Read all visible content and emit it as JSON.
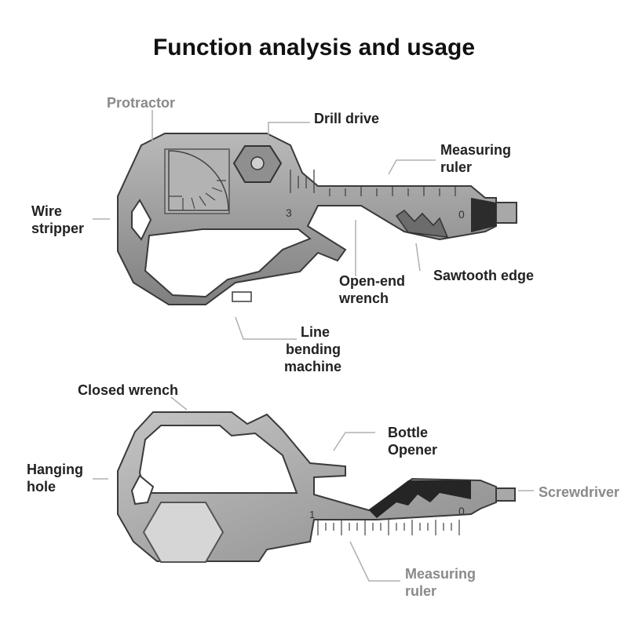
{
  "title": "Function analysis and usage",
  "colors": {
    "accent_dark": "#222222",
    "accent_light": "#8a8a8a",
    "metal": "#9a9a9a",
    "outline": "#3a3a3a",
    "leader": "#b0b0b0"
  },
  "top_tool": {
    "labels": {
      "protractor": "Protractor",
      "drill_drive": "Drill drive",
      "measuring_ruler_1": "Measuring",
      "measuring_ruler_2": "ruler",
      "wire_stripper_1": "Wire",
      "wire_stripper_2": "stripper",
      "open_end_wrench_1": "Open-end",
      "open_end_wrench_2": "wrench",
      "sawtooth_edge": "Sawtooth edge",
      "line_bending_1": "Line",
      "line_bending_2": "bending",
      "line_bending_3": "machine"
    },
    "ruler_marks": {
      "left": "3",
      "right": "0"
    }
  },
  "bottom_tool": {
    "labels": {
      "closed_wrench": "Closed wrench",
      "bottle_opener_1": "Bottle",
      "bottle_opener_2": "Opener",
      "hanging_hole_1": "Hanging",
      "hanging_hole_2": "hole",
      "screwdriver": "Screwdriver",
      "measuring_ruler_1": "Measuring",
      "measuring_ruler_2": "ruler"
    },
    "ruler_marks": {
      "left": "1",
      "right": "0"
    }
  }
}
